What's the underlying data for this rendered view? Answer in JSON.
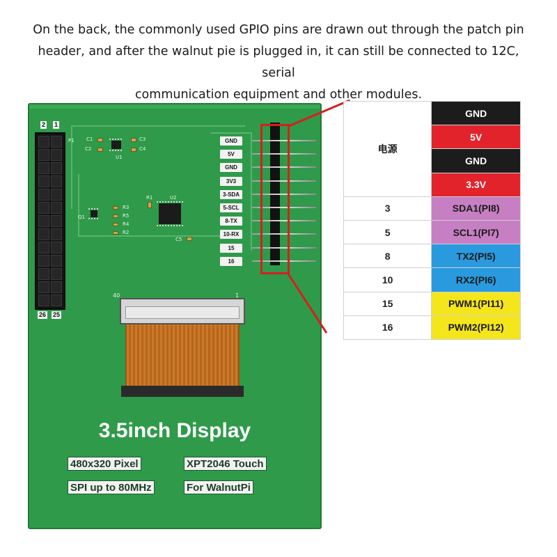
{
  "caption": {
    "line1": "On the back, the commonly used GPIO pins are drawn out through the patch pin",
    "line2": "header, and after the walnut pie is plugged in, it can still be connected to 12C, serial",
    "line3": "communication equipment and other modules."
  },
  "board": {
    "header_pins": {
      "top_left": "2",
      "top_right": "1",
      "bottom_left": "26",
      "bottom_right": "25"
    },
    "silkscreen": {
      "p1": "P1",
      "c1": "C1",
      "c2": "C2",
      "c3": "C3",
      "c4": "C4",
      "u1": "U1",
      "r1": "R1",
      "u2": "U2",
      "r2": "R2",
      "r3": "R3",
      "r4": "R4",
      "r5": "R5",
      "q1": "Q1",
      "c5": "C5",
      "fpc_left": "40",
      "fpc_right": "1"
    },
    "pin_labels": [
      "GND",
      "5V",
      "GND",
      "3V3",
      "3-SDA",
      "5-SCL",
      "8-TX",
      "10-RX",
      "15",
      "16"
    ],
    "title": "3.5inch Display",
    "specs": {
      "resolution": "480x320 Pixel",
      "touch": "XPT2046 Touch",
      "spi": "SPI up to 80MHz",
      "platform": "For WalnutPi"
    }
  },
  "pin_table": {
    "power_label": "电源",
    "rows": [
      {
        "left": "",
        "right": "GND",
        "bg": "#1c1c1c",
        "fg": "#ffffff"
      },
      {
        "left": "",
        "right": "5V",
        "bg": "#e3232b",
        "fg": "#ffffff"
      },
      {
        "left": "",
        "right": "GND",
        "bg": "#1c1c1c",
        "fg": "#ffffff"
      },
      {
        "left": "",
        "right": "3.3V",
        "bg": "#e3232b",
        "fg": "#ffffff"
      },
      {
        "left": "3",
        "right": "SDA1(PI8)",
        "bg": "#c77fc4",
        "fg": "#1a1a1a"
      },
      {
        "left": "5",
        "right": "SCL1(PI7)",
        "bg": "#c77fc4",
        "fg": "#1a1a1a"
      },
      {
        "left": "8",
        "right": "TX2(PI5)",
        "bg": "#2a9adf",
        "fg": "#1a1a1a"
      },
      {
        "left": "10",
        "right": "RX2(PI6)",
        "bg": "#2a9adf",
        "fg": "#1a1a1a"
      },
      {
        "left": "15",
        "right": "PWM1(PI11)",
        "bg": "#f5e61c",
        "fg": "#1a1a1a"
      },
      {
        "left": "16",
        "right": "PWM2(PI12)",
        "bg": "#f5e61c",
        "fg": "#1a1a1a"
      }
    ]
  },
  "colors": {
    "pcb": "#2f9a4a",
    "highlight": "#d42020"
  }
}
